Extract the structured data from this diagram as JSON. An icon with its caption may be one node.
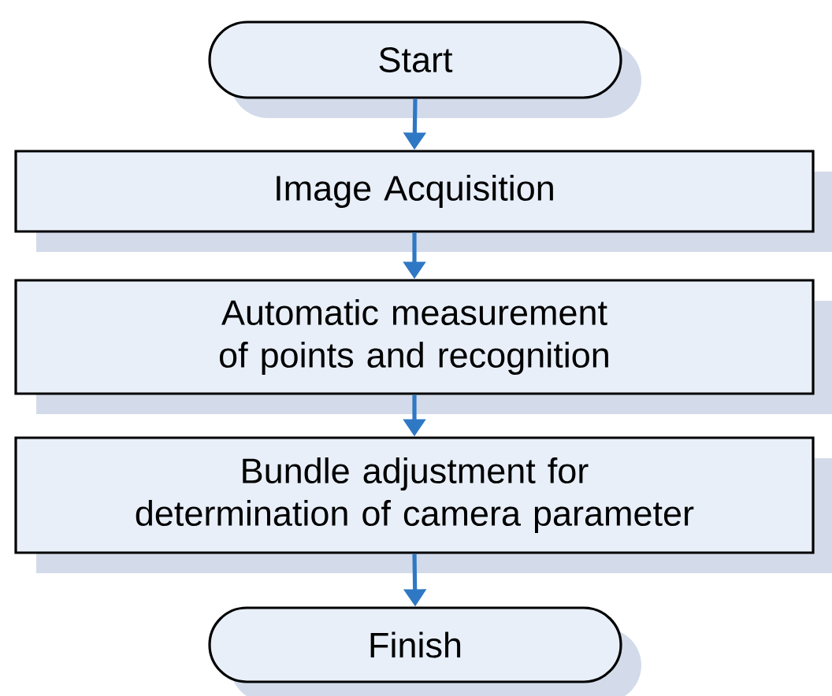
{
  "diagram": {
    "nodes": [
      {
        "text": [
          "Start"
        ]
      },
      {
        "text": [
          "Image Acquisition"
        ]
      },
      {
        "text": [
          "Automatic measurement of points and recognition"
        ]
      },
      {
        "text": [
          "Bundle adjustment for determination of camera parameter"
        ]
      },
      {
        "text": [
          "Finish"
        ]
      }
    ],
    "edges": [
      {
        "from": 0,
        "to": 1,
        "arrow": "to"
      },
      {
        "from": 1,
        "to": 2,
        "arrow": "to"
      },
      {
        "from": 2,
        "to": 3,
        "arrow": "to"
      },
      {
        "from": 3,
        "to": 4,
        "arrow": "to"
      }
    ]
  }
}
